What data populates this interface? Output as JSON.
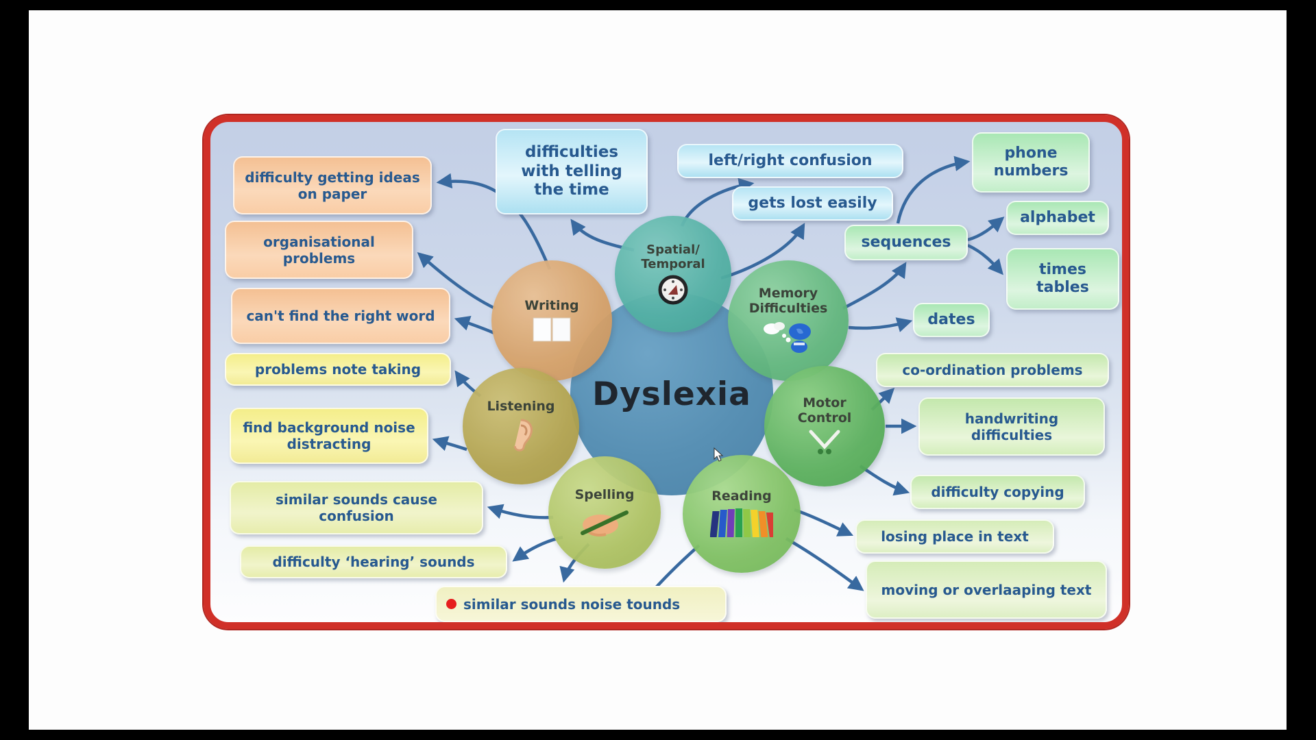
{
  "diagram": {
    "title": "Dyslexia",
    "border_color": "#d03028",
    "arrow_color": "#38699f",
    "leaf_text_color": "#27598f"
  },
  "nodes": {
    "writing": {
      "label": "Writing",
      "icon": "paper-icon"
    },
    "spatial": {
      "label": "Spatial/\nTemporal",
      "icon": "compass-icon"
    },
    "memory": {
      "label": "Memory\nDifficulties",
      "icon": "thought-elephant-icon"
    },
    "motor": {
      "label": "Motor\nControl",
      "icon": "knitting-needles-icon"
    },
    "reading": {
      "label": "Reading",
      "icon": "books-icon"
    },
    "spelling": {
      "label": "Spelling",
      "icon": "hand-pencil-icon"
    },
    "listening": {
      "label": "Listening",
      "icon": "ear-icon"
    }
  },
  "leaves": {
    "ideas_on_paper": "difficulty getting ideas on paper",
    "organisational": "organisational problems",
    "right_word": "can't find the right word",
    "note_taking": "problems note taking",
    "background_noise": "find background noise distracting",
    "similar_sounds_confusion": "similar sounds cause confusion",
    "hearing_sounds": "difficulty ‘hearing’ sounds",
    "noise_tounds": "similar sounds noise tounds",
    "telling_time": "difficulties with telling the time",
    "left_right": "left/right confusion",
    "lost_easily": "gets lost easily",
    "sequences": "sequences",
    "phone_numbers": "phone numbers",
    "alphabet": "alphabet",
    "times_tables": "times tables",
    "dates": "dates",
    "coordination": "co-ordination problems",
    "handwriting": "handwriting difficulties",
    "copying": "difficulty copying",
    "losing_place": "losing place in text",
    "moving_text": "moving or overlaaping text"
  }
}
